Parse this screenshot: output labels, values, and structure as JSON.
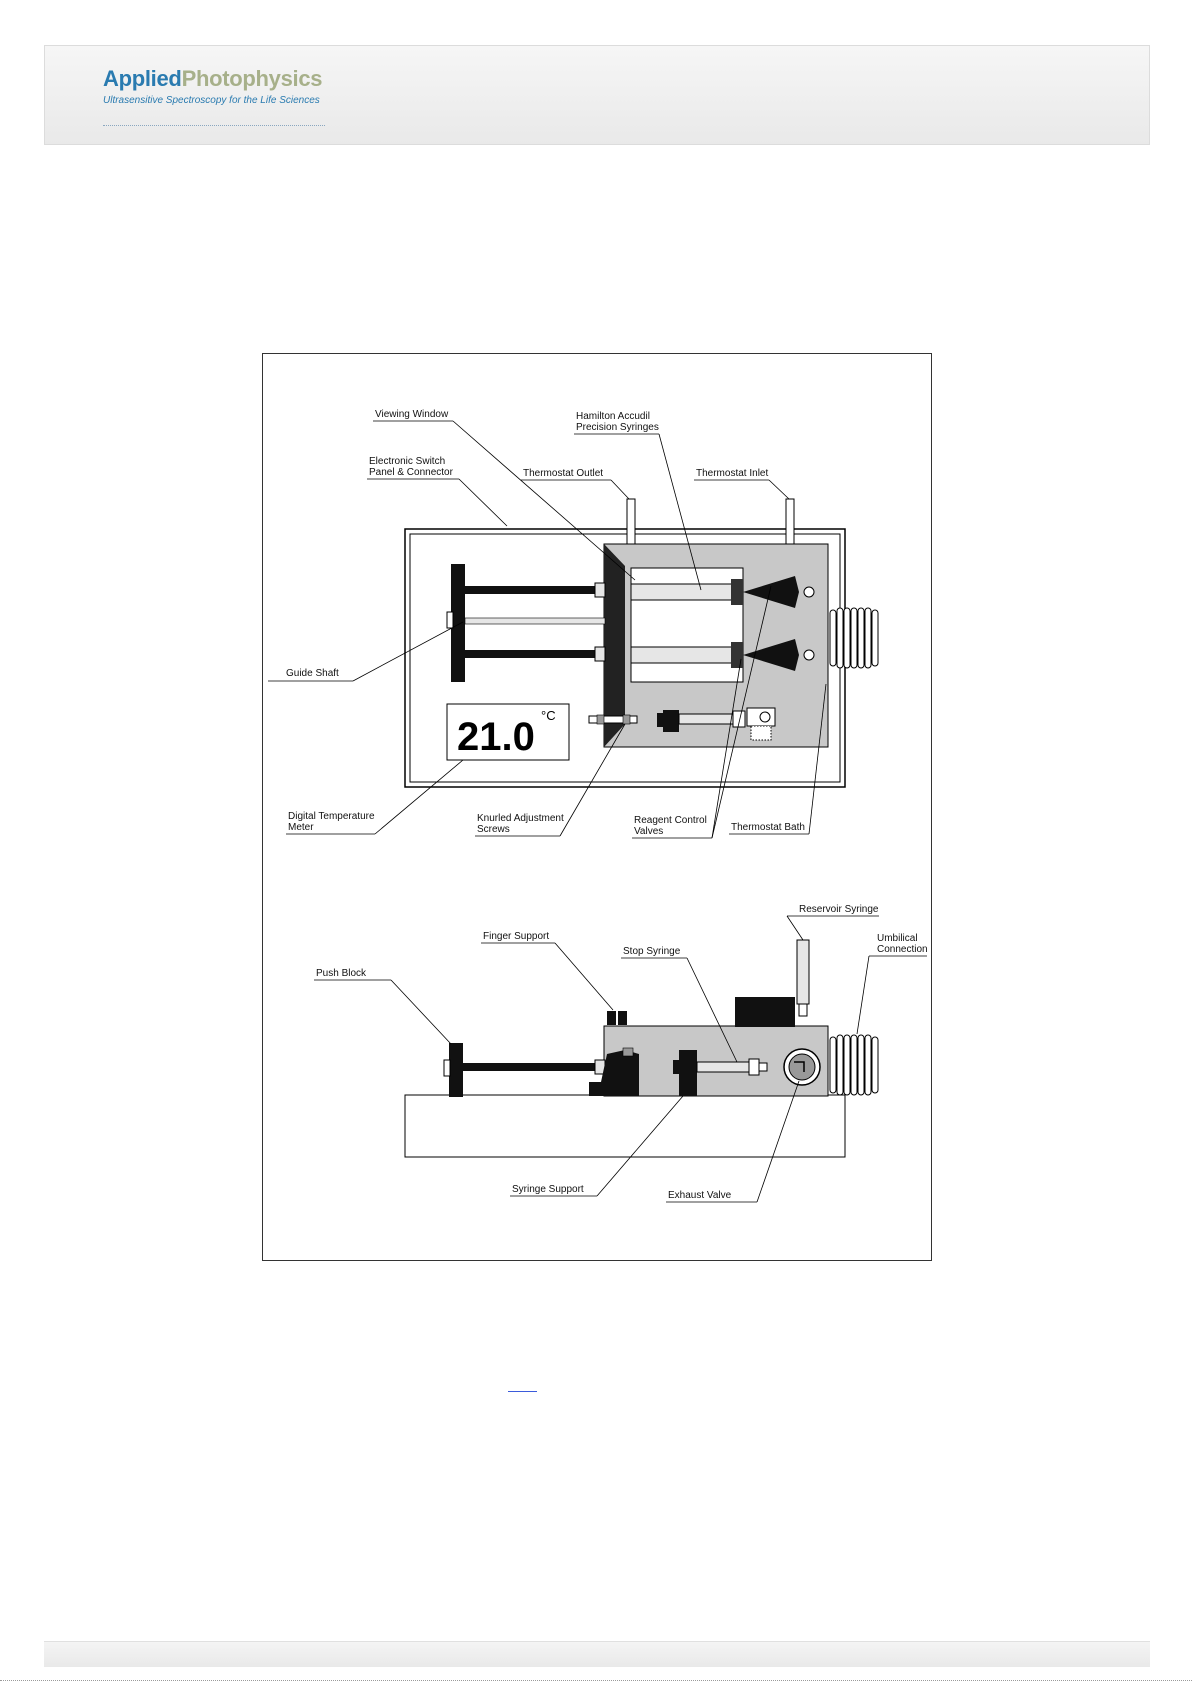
{
  "header": {
    "logo_part1": "Applied",
    "logo_part2": "Photophysics",
    "tagline": "Ultrasensitive Spectroscopy for the Life Sciences"
  },
  "colors": {
    "brand_blue": "#2a7bb0",
    "brand_olive": "#a7b08a",
    "diagram_grey": "#c8c8c8",
    "link_blue": "#3b5bdb"
  },
  "diagram": {
    "display": {
      "value": "21.0",
      "unit": "°C"
    },
    "labels": {
      "viewing_window": "Viewing Window",
      "hamilton_1": "Hamilton Accudil",
      "hamilton_2": "Precision Syringes",
      "switch_1": "Electronic Switch",
      "switch_2": "Panel & Connector",
      "thermostat_outlet": "Thermostat Outlet",
      "thermostat_inlet": "Thermostat Inlet",
      "guide_shaft": "Guide Shaft",
      "digital_1": "Digital Temperature",
      "digital_2": "Meter",
      "knurled_1": "Knurled Adjustment",
      "knurled_2": "Screws",
      "reagent_1": "Reagent Control",
      "reagent_2": "Valves",
      "thermostat_bath": "Thermostat Bath",
      "reservoir_syringe": "Reservoir Syringe",
      "umbilical_1": "Umbilical",
      "umbilical_2": "Connection",
      "finger_support": "Finger Support",
      "stop_syringe": "Stop Syringe",
      "push_block": "Push Block",
      "syringe_support": "Syringe Support",
      "exhaust_valve": "Exhaust Valve"
    }
  }
}
